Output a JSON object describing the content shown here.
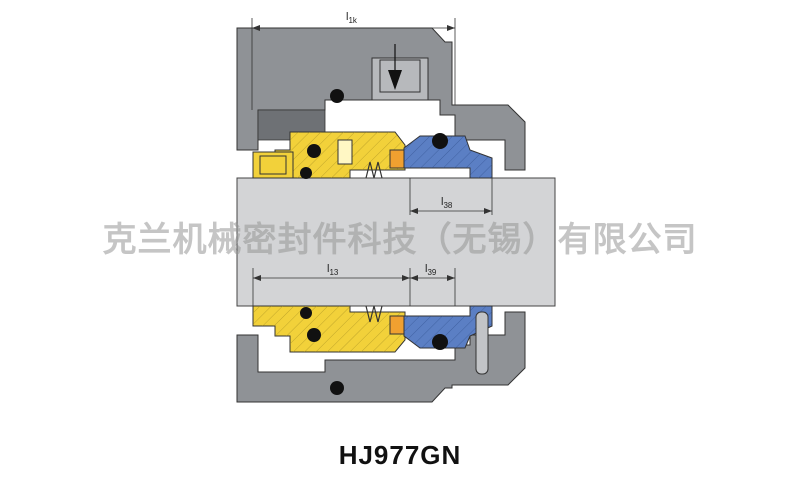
{
  "dimensions": {
    "l1k": {
      "base": "l",
      "sub": "1k"
    },
    "l38": {
      "base": "l",
      "sub": "38"
    },
    "l13": {
      "base": "l",
      "sub": "13"
    },
    "l39": {
      "base": "l",
      "sub": "39"
    }
  },
  "watermark_text": "克兰机械密封件科技（无锡）有限公司",
  "model_label": "HJ977GN",
  "colors": {
    "housing": "#8f9296",
    "housing_dark": "#6e7175",
    "shaft": "#d3d4d6",
    "rotating_part": "#f2d13a",
    "stationary_seat": "#5b7fc4",
    "seal_face": "#f0a030",
    "o_ring": "#111111",
    "outline": "#333333"
  }
}
